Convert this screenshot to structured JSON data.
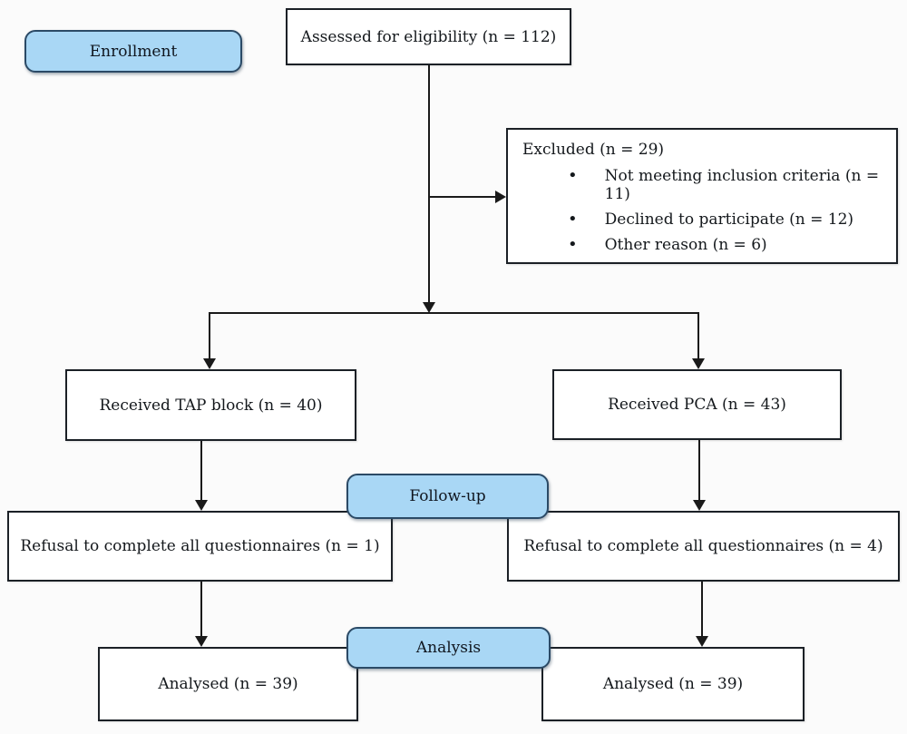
{
  "flow": {
    "stage_labels": {
      "enrollment": "Enrollment",
      "followup": "Follow-up",
      "analysis": "Analysis"
    },
    "assessed": {
      "label": "Assessed for eligibility (n = 112)"
    },
    "excluded": {
      "title": "Excluded (n = 29)",
      "items": [
        "Not meeting inclusion criteria (n = 11)",
        "Declined to participate (n = 12)",
        "Other reason (n = 6)"
      ]
    },
    "arms": {
      "tap": {
        "label": "Received TAP block (n = 40)"
      },
      "pca": {
        "label": "Received PCA (n = 43)"
      }
    },
    "followup_boxes": {
      "left": {
        "label": "Refusal to complete all questionnaires (n = 1)"
      },
      "right": {
        "label": "Refusal to complete all questionnaires (n = 4)"
      }
    },
    "analysis_boxes": {
      "left": {
        "label": "Analysed (n = 39)"
      },
      "right": {
        "label": "Analysed (n = 39)"
      }
    },
    "counts": {
      "assessed": 112,
      "excluded": 29,
      "not_meeting_inclusion": 11,
      "declined_to_participate": 12,
      "other_reason": 6,
      "tap_block": 40,
      "pca": 43,
      "refusal_tap": 1,
      "refusal_pca": 4,
      "analysed_tap": 39,
      "analysed_pca": 39
    },
    "colors": {
      "stage_fill": "#a9d7f5",
      "stage_border": "#2b4a66",
      "box_border": "#1b2026",
      "line": "#1a1a1a",
      "text": "#14181c"
    }
  }
}
